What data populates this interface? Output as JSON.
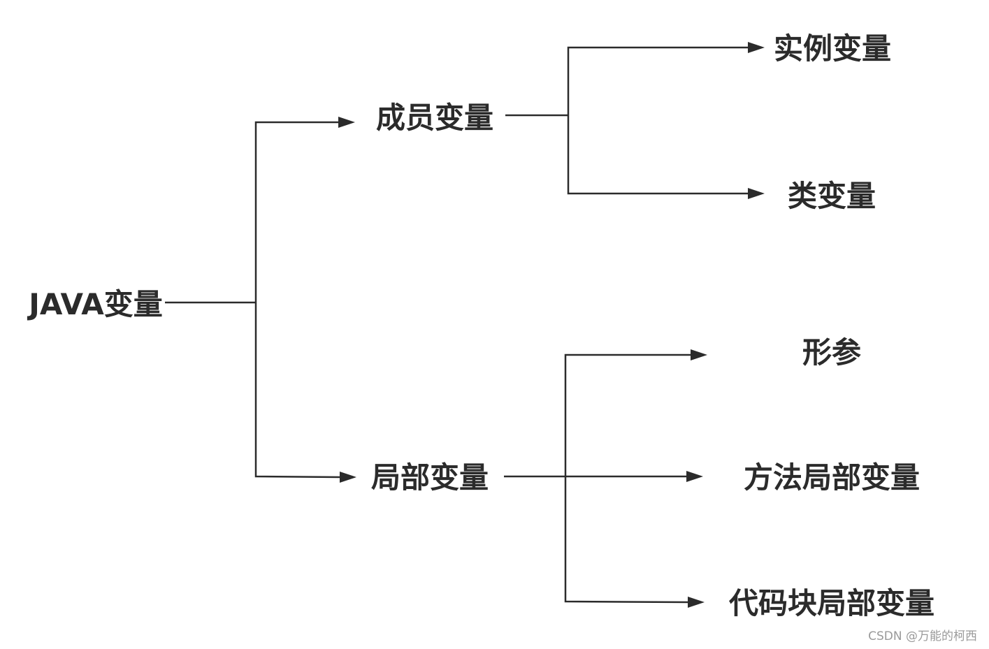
{
  "diagram": {
    "root": "JAVA变量",
    "branches": [
      {
        "label": "成员变量",
        "children": [
          "实例变量",
          "类变量"
        ]
      },
      {
        "label": "局部变量",
        "children": [
          "形参",
          "方法局部变量",
          "代码块局部变量"
        ]
      }
    ]
  },
  "watermark": "CSDN @万能的柯西",
  "colors": {
    "line": "#2b2b2b",
    "text": "#2b2b2b",
    "watermark": "#9a9a9a",
    "background": "#ffffff"
  }
}
